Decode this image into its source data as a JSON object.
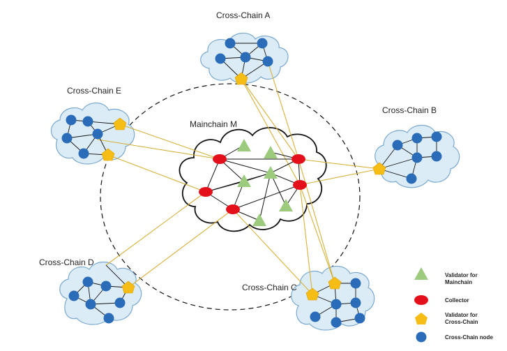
{
  "labels": {
    "mainchain": "Mainchain M",
    "chain_a": "Cross-Chain A",
    "chain_b": "Cross-Chain B",
    "chain_c": "Cross-Chain C",
    "chain_d": "Cross-Chain D",
    "chain_e": "Cross-Chain E"
  },
  "legend": {
    "validator_mainchain_line1": "Validator for",
    "validator_mainchain_line2": "Mainchain",
    "collector": "Collector",
    "validator_crosschain_line1": "Validator for",
    "validator_crosschain_line2": "Cross-Chain",
    "crosschain_node": "Cross-Chain node"
  },
  "colors": {
    "node_blue": "#2b6cb8",
    "collector_red": "#e3101b",
    "validator_green": "#9ccb7e",
    "validator_yellow": "#f6bd17",
    "cloud_fill": "#dcecf7",
    "link_gold": "#d6b13a"
  }
}
